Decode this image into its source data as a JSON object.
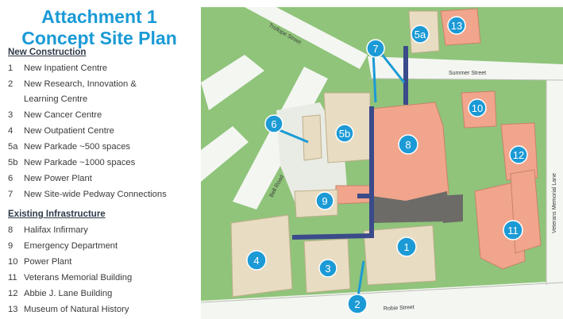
{
  "title": {
    "line1": "Attachment 1",
    "line2": "Concept Site Plan"
  },
  "new_construction": {
    "heading": "New Construction",
    "items": [
      {
        "num": "1",
        "label": "New Inpatient Centre"
      },
      {
        "num": "2",
        "label": "New Research, Innovation &"
      },
      {
        "num": "",
        "label": "Learning Centre"
      },
      {
        "num": "3",
        "label": "New Cancer Centre"
      },
      {
        "num": "4",
        "label": "New Outpatient Centre"
      },
      {
        "num": "5a",
        "label": "New Parkade ~500 spaces"
      },
      {
        "num": "5b",
        "label": "New Parkade ~1000 spaces"
      },
      {
        "num": "6",
        "label": "New Power Plant"
      },
      {
        "num": "7",
        "label": "New Site-wide Pedway Connections"
      }
    ]
  },
  "existing_infrastructure": {
    "heading": "Existing Infrastructure",
    "items": [
      {
        "num": "8",
        "label": "Halifax Infirmary"
      },
      {
        "num": "9",
        "label": "Emergency Department"
      },
      {
        "num": "10",
        "label": "Power Plant"
      },
      {
        "num": "11",
        "label": "Veterans Memorial Building"
      },
      {
        "num": "12",
        "label": "Abbie J. Lane Building"
      },
      {
        "num": "13",
        "label": "Museum of Natural History"
      }
    ]
  },
  "streets": {
    "trollope": "Trollope Street",
    "summer": "Summer Street",
    "bell": "Bell Road",
    "veterans": "Veterans Memorial Lane",
    "robie": "Robie Street"
  },
  "markers": {
    "m1": "1",
    "m2": "2",
    "m3": "3",
    "m4": "4",
    "m5a": "5a",
    "m5b": "5b",
    "m6": "6",
    "m7": "7",
    "m8": "8",
    "m9": "9",
    "m10": "10",
    "m11": "11",
    "m12": "12",
    "m13": "13"
  },
  "colors": {
    "accent": "#1b9ad6",
    "grass": "#8fc47a",
    "new_building": "#e8dcc2",
    "existing_building": "#f0a58c",
    "pedway": "#3a4a8a"
  }
}
